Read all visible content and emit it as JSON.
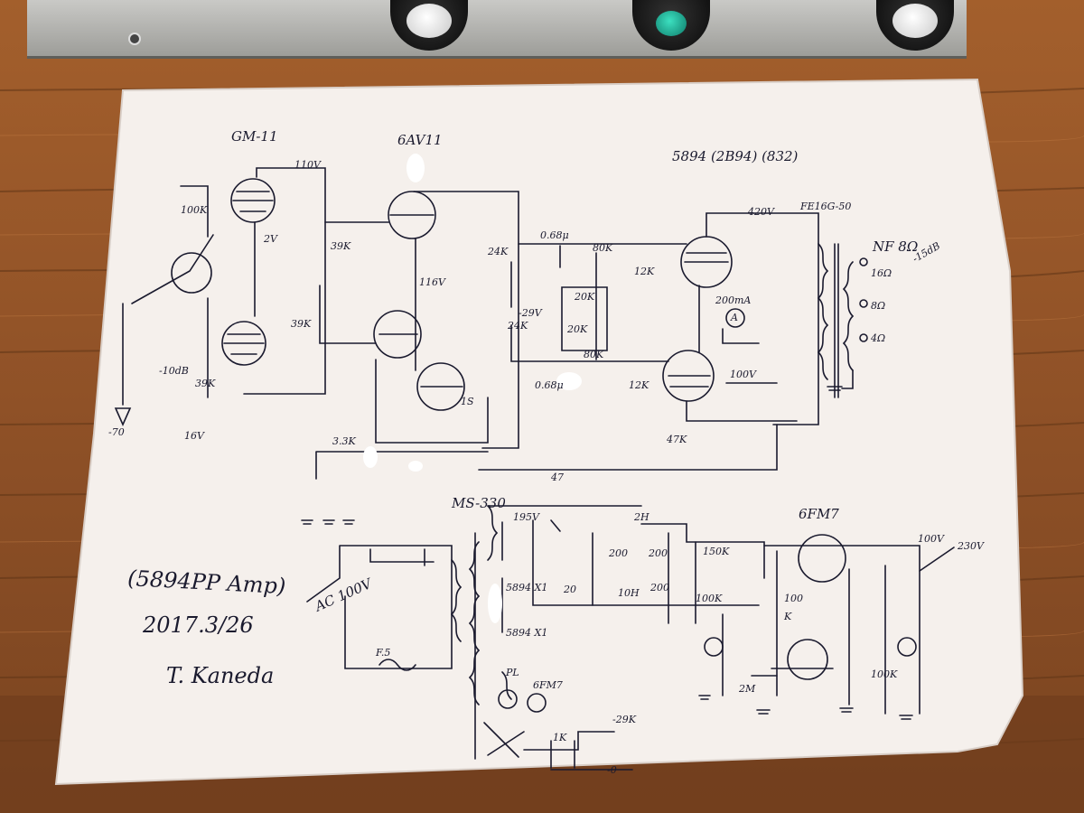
{
  "labels": {
    "tube_gm11": "GM-11",
    "tube_6av11": "6AV11",
    "tube_output": "5894 (2B94) (832)",
    "tube_6fm7": "6FM7",
    "transformer_ms330": "MS-330",
    "amp_title": "(5894PP Amp)",
    "date": "2017.3/26",
    "signature": "T. Kaneda",
    "supply_ac": "AC 100V",
    "fuse": "F.5",
    "output_trans": "FE16G-50",
    "nfb": "NF 8Ω",
    "nfb_db": "-15dB",
    "ohm_16": "16Ω",
    "ohm_8": "8Ω",
    "ohm_4": "4Ω",
    "meter": "200mA",
    "meter_symbol": "A",
    "v_110": "110V",
    "v_116": "116V",
    "v_29": "-29V",
    "v_420": "420V",
    "v_100": "100V",
    "v_230": "230V",
    "c_068_top": "0.68μ",
    "c_068_bot": "0.68μ",
    "r_39k_a": "39K",
    "r_39k_b": "39K",
    "r_33k": "3.3K",
    "r_47k": "47K",
    "r_12k_a": "12K",
    "r_12k_b": "12K",
    "r_80k_a": "80K",
    "r_80k_b": "80K",
    "r_20k_a": "20K",
    "r_20k_b": "20K",
    "r_24k_a": "24K",
    "r_24k_b": "24K",
    "r_29k": "-29K",
    "r_150k": "150K",
    "r_100k_a": "100K",
    "r_100k_b": "100K",
    "r_100": "100",
    "r_100v": "100V",
    "choke": "2H",
    "choke_10h": "10H",
    "cap_200_a": "200",
    "cap_200_b": "200",
    "cap_200_c": "200",
    "cap_47": "47",
    "cap_20": "20",
    "cap_2m": "2M",
    "heater_5894_a": "5894 X1",
    "heater_5894_b": "5894 X1",
    "pl": "PL",
    "h_6fm7": "6FM7",
    "v_1k": "1K",
    "v_0": "-0",
    "in_minus_70": "-70",
    "minus_10db": "-10dB",
    "r_100k_gm": "100K",
    "r_39k_c": "39K",
    "v_16v": "16V",
    "v_2v": "2V",
    "v_1s": "1S",
    "v_195": "195V",
    "r_k": "K"
  },
  "colors": {
    "table": "#8a4e22",
    "paper": "#f5f0ec",
    "ink": "#1a1a2e",
    "amp_panel": "#b4b4b0",
    "knob_cap": "#ffffff",
    "pilot_lamp": "#1fb39a"
  }
}
